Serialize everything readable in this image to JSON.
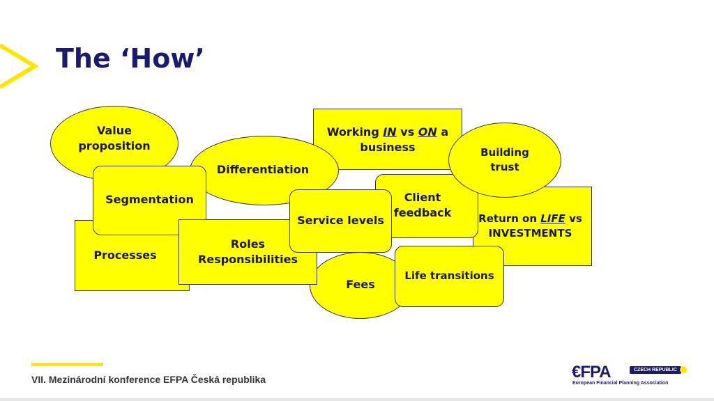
{
  "slide": {
    "title": "The ‘How’"
  },
  "shapes": {
    "value_proposition": "Value proposition",
    "differentiation": "Differentiation",
    "working_in_on": {
      "pre": "Working ",
      "in": "IN",
      "mid": " vs ",
      "on": "ON",
      "post": " a business"
    },
    "building_trust": "Building trust",
    "segmentation": "Segmentation",
    "client_feedback": "Client feedback",
    "return_on": {
      "pre": "Return on ",
      "life": "LIFE",
      "post": " vs INVESTMENTS"
    },
    "service_levels": "Service levels",
    "processes": "Processes",
    "roles": "Roles Responsibilities",
    "fees": "Fees",
    "life_transitions": "Life transitions"
  },
  "footer": {
    "text": "VII. Mezinárodní konference EFPA Česká republika"
  },
  "logo": {
    "main": "€FPA",
    "badge": "CZECH REPUBLIC",
    "sub": "European Financial Planning Association"
  },
  "colors": {
    "accent_yellow": "#ffff00",
    "brand_yellow": "#ffe600",
    "title_navy": "#1a1a6e"
  }
}
